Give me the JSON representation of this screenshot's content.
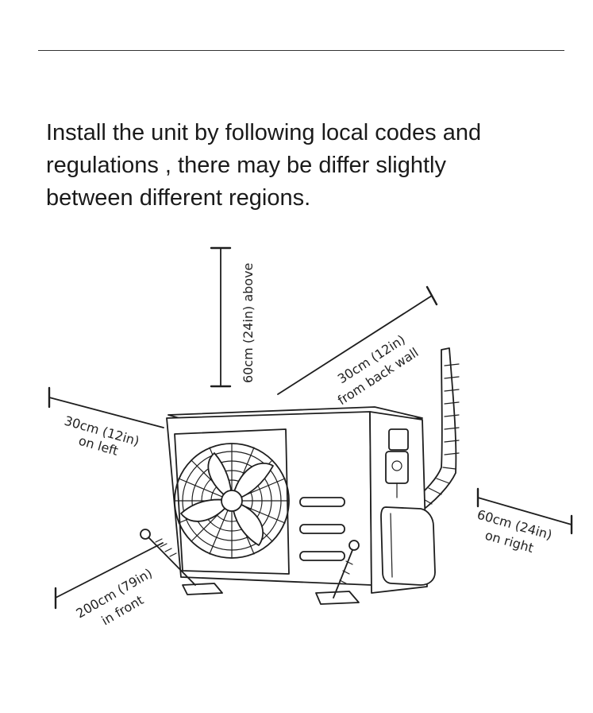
{
  "intro": {
    "line1": "Install the unit by following local codes and",
    "line2": "regulations , there may be differ slightly",
    "line3": "between different regions."
  },
  "clearances": {
    "above": "60cm (24in) above",
    "back_line1": "30cm (12in)",
    "back_line2": "from back wall",
    "left_line1": "30cm (12in)",
    "left_line2": "on left",
    "right_line1": "60cm (24in)",
    "right_line2": "on right",
    "front_line1": "200cm (79in)",
    "front_line2": "in front"
  }
}
